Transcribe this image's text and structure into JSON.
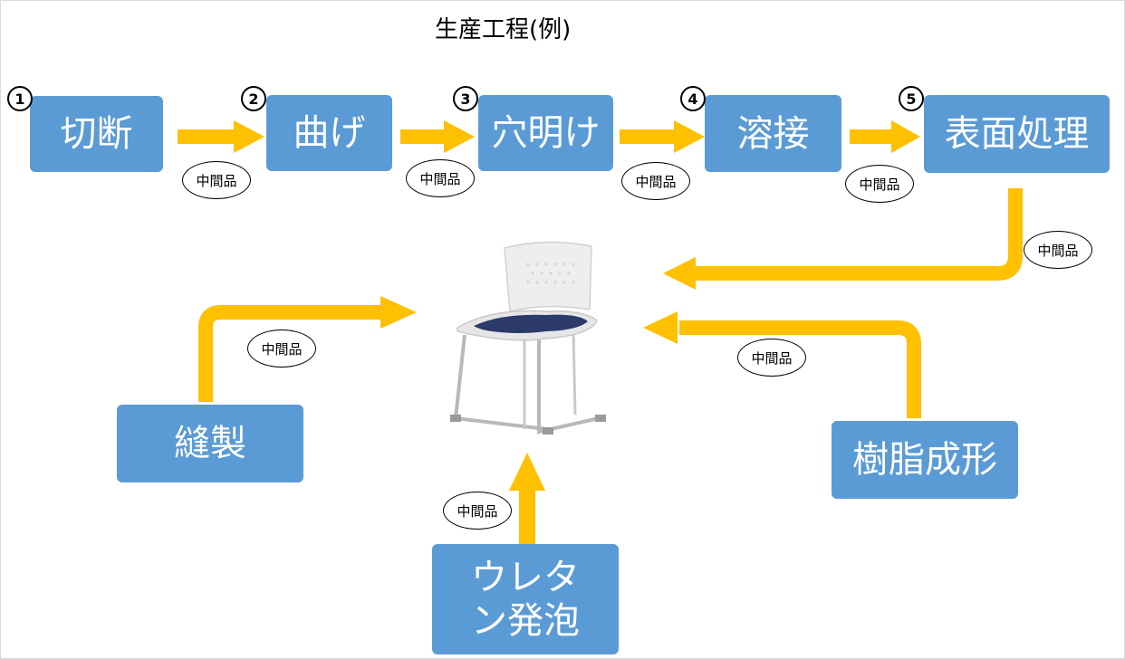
{
  "title": "生産工程(例)",
  "steps": [
    {
      "number": "1",
      "label": "切断"
    },
    {
      "number": "2",
      "label": "曲げ"
    },
    {
      "number": "3",
      "label": "穴明け"
    },
    {
      "number": "4",
      "label": "溶接"
    },
    {
      "number": "5",
      "label": "表面処理"
    }
  ],
  "side_processes": {
    "sewing": "縫製",
    "resin_molding": "樹脂成形",
    "urethane_foam": "ウレタン発泡"
  },
  "intermediate_label": "中間品",
  "colors": {
    "box": "#5b9bd5",
    "arrow": "#ffc000",
    "box_text": "#ffffff",
    "chair_seat": "#2b3a6b"
  }
}
